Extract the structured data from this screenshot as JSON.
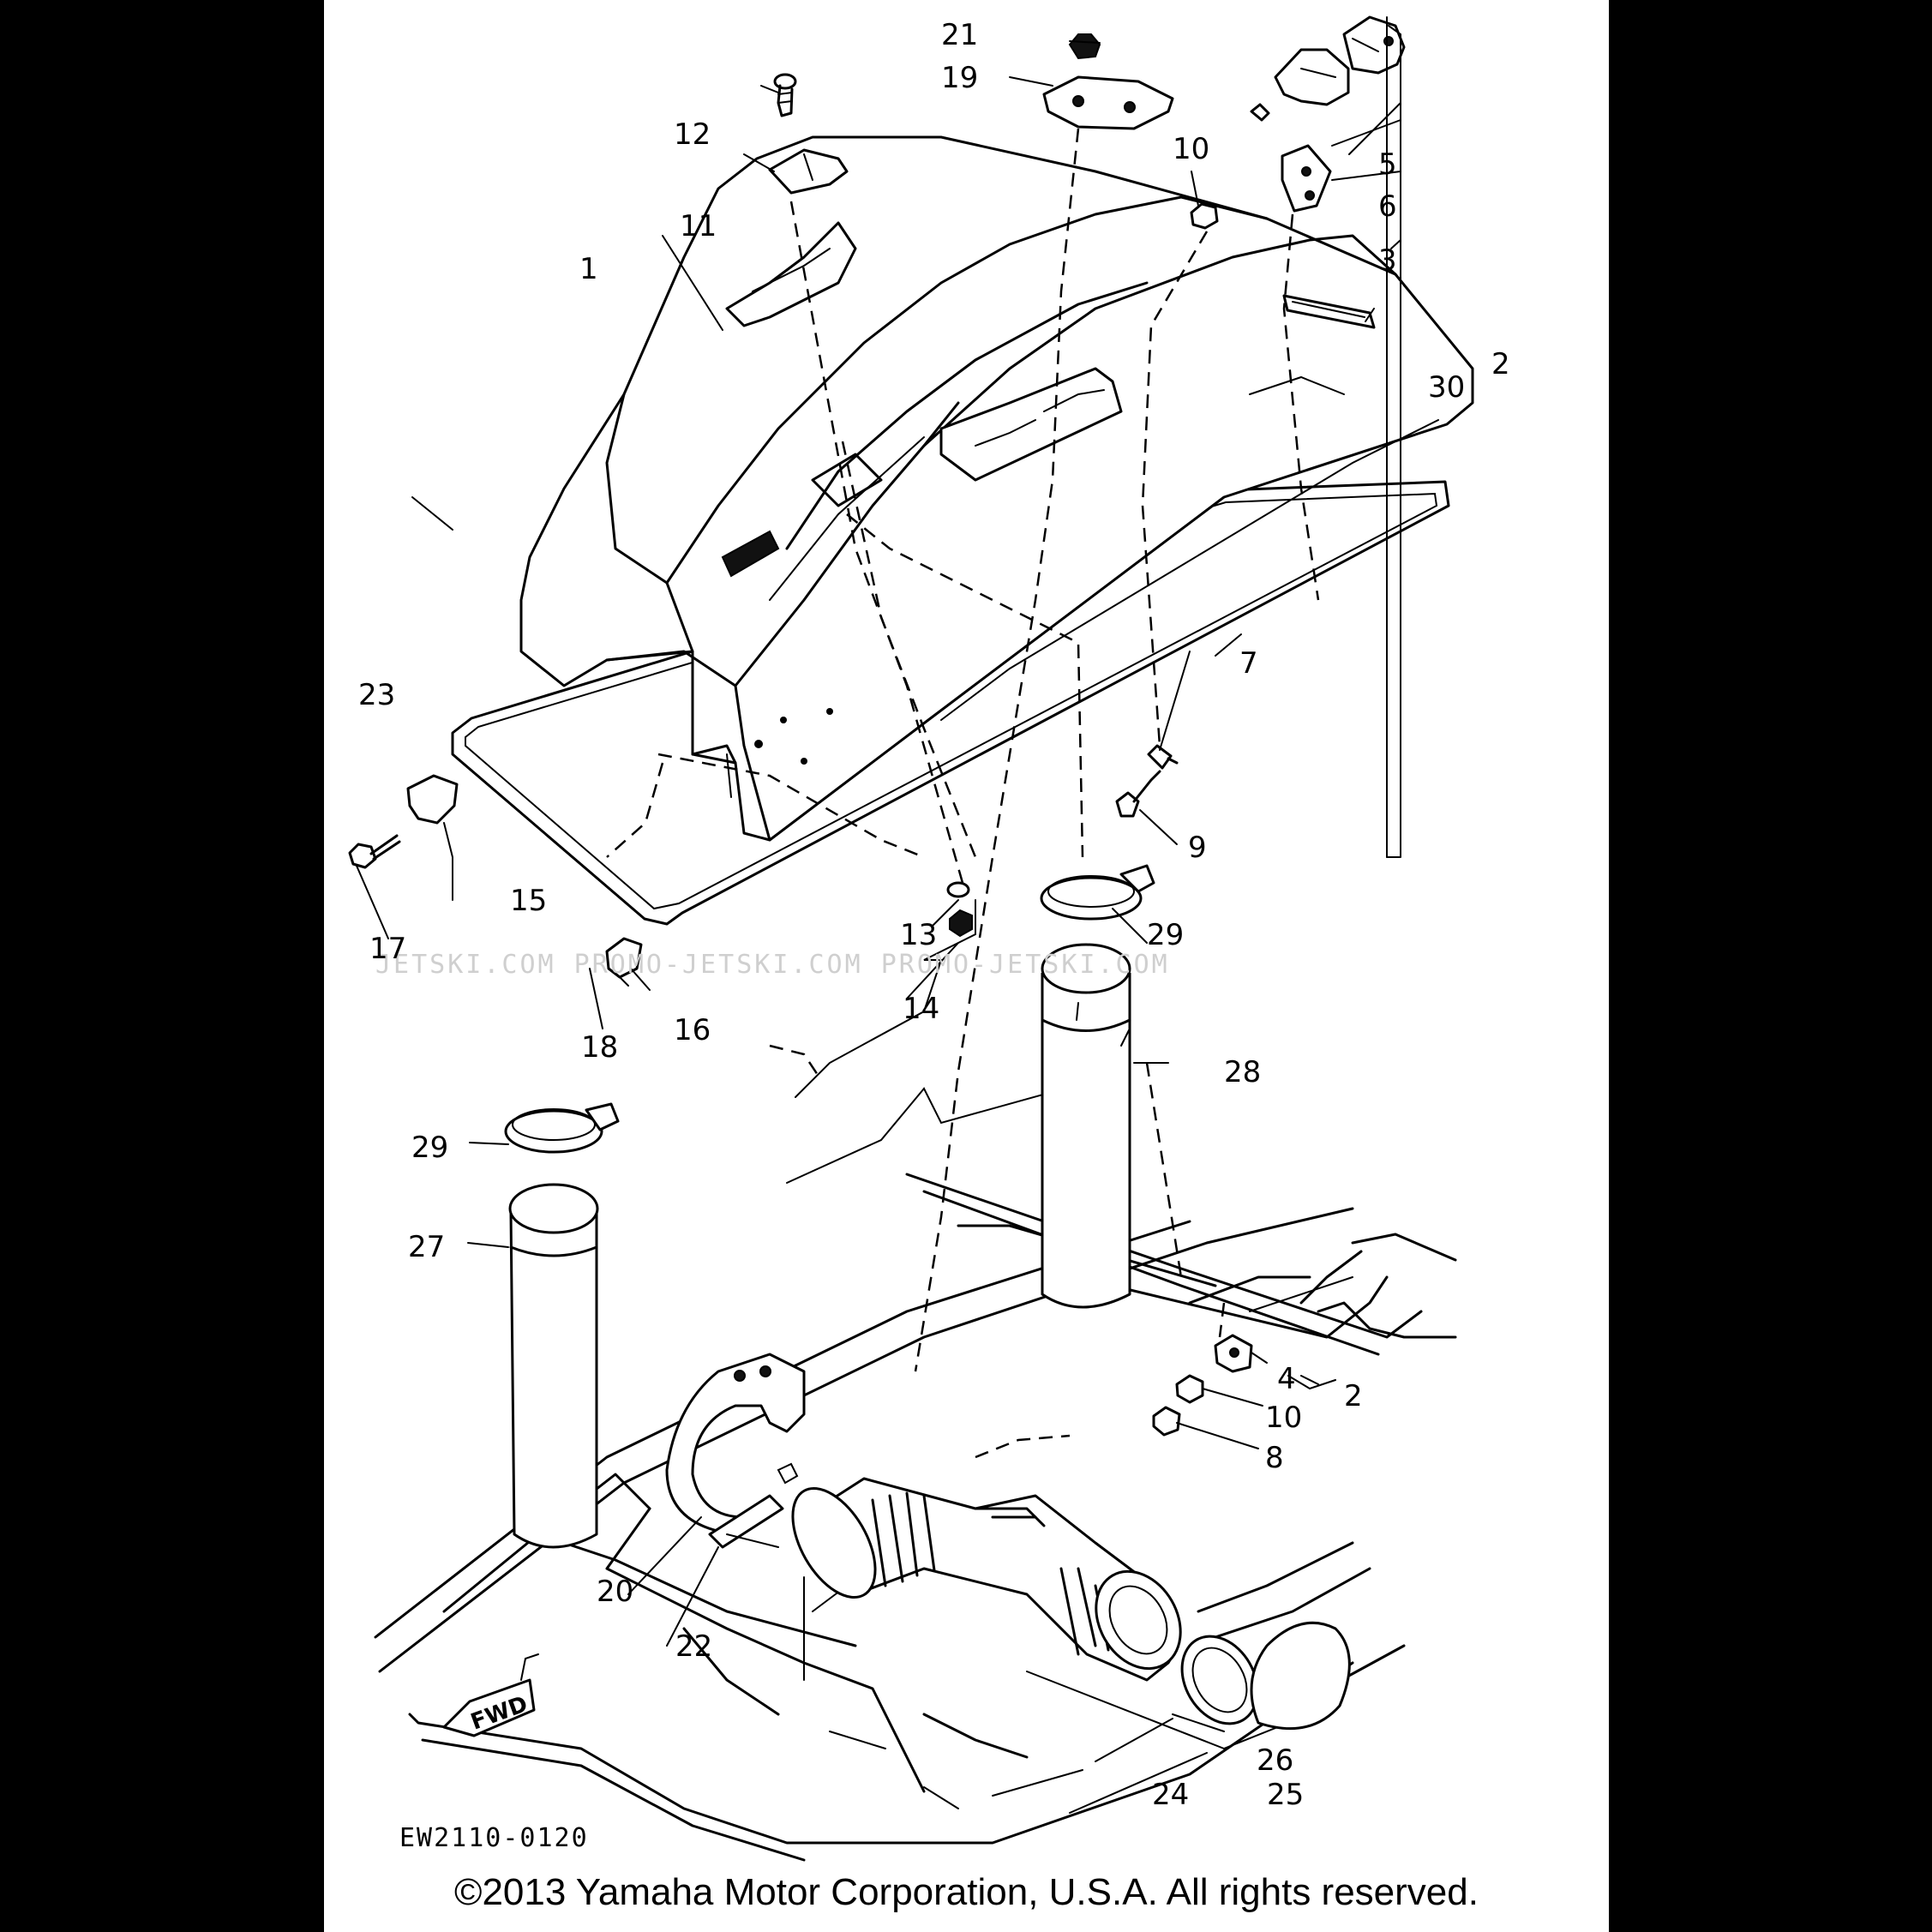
{
  "diagram_code": "EW2110-0120",
  "copyright": "©2013 Yamaha Motor Corporation, U.S.A. All rights reserved.",
  "watermark": "JETSKI.COM   PROMO-JETSKI.COM   PROMO-JETSKI.COM",
  "fwd_label": "FWD",
  "callouts": {
    "p1": "1",
    "p2a": "2",
    "p2b": "2",
    "p3": "3",
    "p4": "4",
    "p5": "5",
    "p6": "6",
    "p7": "7",
    "p8": "8",
    "p9": "9",
    "p10a": "10",
    "p10b": "10",
    "p11": "11",
    "p12": "12",
    "p13": "13",
    "p14": "14",
    "p15": "15",
    "p16": "16",
    "p17": "17",
    "p18": "18",
    "p19": "19",
    "p20": "20",
    "p21": "21",
    "p22": "22",
    "p23": "23",
    "p24": "24",
    "p25": "25",
    "p26": "26",
    "p27": "27",
    "p28": "28",
    "p29a": "29",
    "p29b": "29",
    "p30": "30"
  }
}
